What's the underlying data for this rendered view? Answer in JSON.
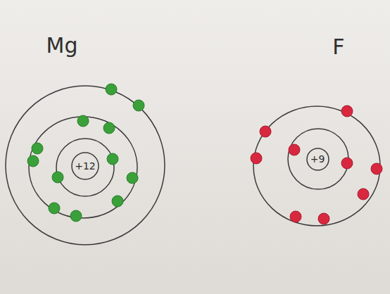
{
  "diagram": {
    "nodes": [
      {
        "text": [
          "+12"
        ]
      },
      {
        "text": [
          "+9"
        ]
      }
    ],
    "labels": [
      "Mg",
      "F"
    ]
  }
}
